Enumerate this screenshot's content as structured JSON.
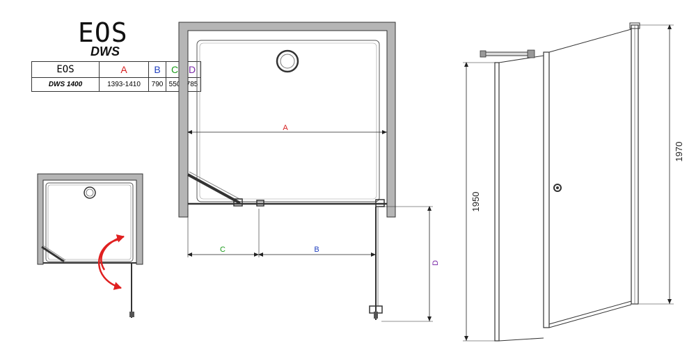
{
  "title": "EOS",
  "subtitle": "DWS",
  "table": {
    "header": [
      "EOS",
      "A",
      "B",
      "C",
      "D"
    ],
    "row": [
      "DWS 1400",
      "1393-1410",
      "790",
      "550",
      "785"
    ]
  },
  "dimensions": {
    "a": "A",
    "b": "B",
    "c": "C",
    "d": "D",
    "height_glass": "1950",
    "height_total": "1970"
  },
  "colors": {
    "a": "#d62020",
    "b": "#1f3fbf",
    "c": "#1a9a1a",
    "d": "#7a2aa8",
    "arrow": "#e02020",
    "wall": "#b5b5b5"
  }
}
